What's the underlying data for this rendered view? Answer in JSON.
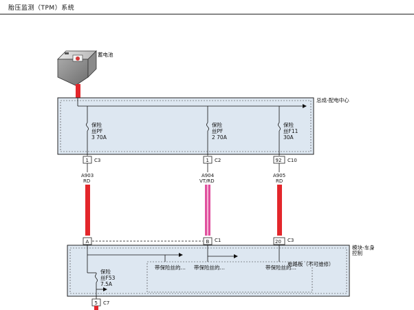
{
  "header": {
    "title": "胎压监测（TPM）系统"
  },
  "battery": {
    "label": "蓄电池"
  },
  "distribution_center": {
    "label": "总成-配电中心",
    "fuses": [
      {
        "line1": "保险",
        "line2": "丝PF",
        "line3": "3 70A",
        "pin": "1",
        "connector": "C3"
      },
      {
        "line1": "保险",
        "line2": "丝PF",
        "line3": "2 70A",
        "pin": "1",
        "connector": "C2"
      },
      {
        "line1": "保险",
        "line2": "丝F11",
        "line3": "30A",
        "pin": "92",
        "connector": "C10"
      }
    ]
  },
  "wires": [
    {
      "circuit": "A903",
      "color_code": "RD",
      "hex": "#e3262b"
    },
    {
      "circuit": "A904",
      "color_code": "VT/RD",
      "hex": "#e0509e"
    },
    {
      "circuit": "A905",
      "color_code": "RD",
      "hex": "#e3262b"
    }
  ],
  "body_module": {
    "label_line1": "模块-车身",
    "label_line2": "控制",
    "pins": [
      {
        "pin": "A",
        "connector": ""
      },
      {
        "pin": "B",
        "connector": "C1"
      },
      {
        "pin": "20",
        "connector": "C3"
      }
    ],
    "fuse": {
      "line1": "保险",
      "line2": "丝F53",
      "line3": "7.5A"
    },
    "circuit_board_label": "电路板（不可维修）",
    "fused_labels": [
      "带保险丝的…",
      "带保险丝的…",
      "带保险丝的…"
    ],
    "output_pin": {
      "pin": "5",
      "connector": "C7"
    }
  },
  "colors": {
    "module_fill": "#dde7f1",
    "wire_red": "#e3262b",
    "wire_violet_red": "#e0509e"
  }
}
